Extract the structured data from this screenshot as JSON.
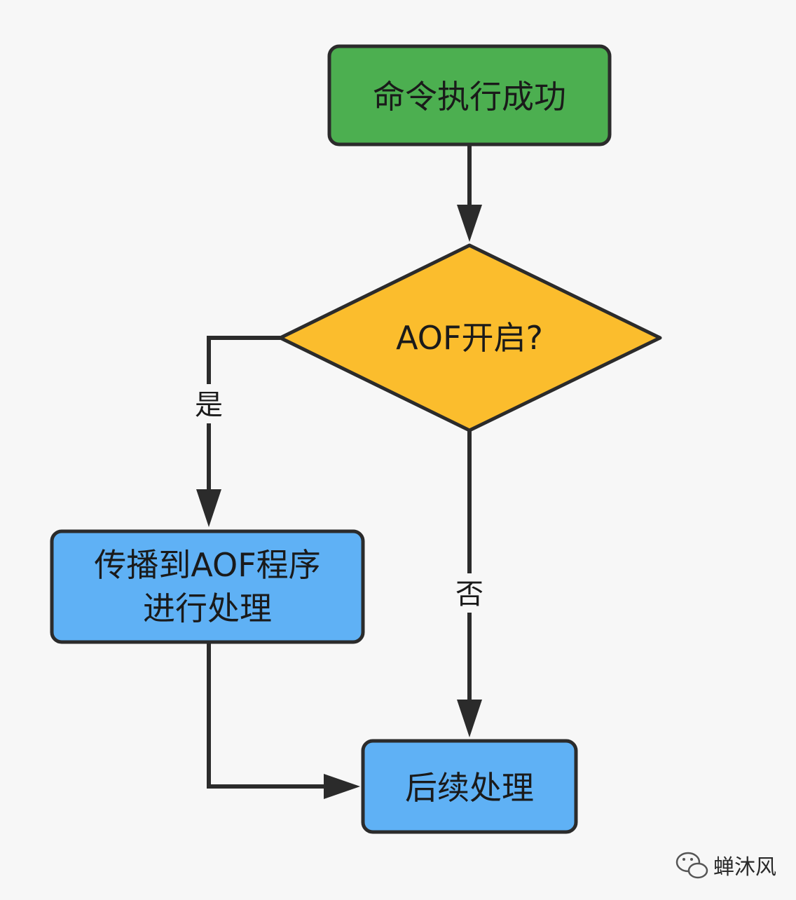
{
  "diagram": {
    "colors": {
      "start_fill": "#4caf50",
      "decision_fill": "#fbbd2d",
      "process_fill": "#5fb1f5",
      "stroke": "#2b2b2b",
      "background": "#f7f7f7"
    },
    "nodes": {
      "start": {
        "label": "命令执行成功"
      },
      "decision": {
        "label": "AOF开启?"
      },
      "propagate": {
        "line1": "传播到AOF程序",
        "line2": "进行处理"
      },
      "followup": {
        "label": "后续处理"
      }
    },
    "edges": {
      "yes": {
        "label": "是"
      },
      "no": {
        "label": "否"
      }
    }
  },
  "watermark": {
    "icon": "wechat-icon",
    "label": "蝉沐风"
  }
}
